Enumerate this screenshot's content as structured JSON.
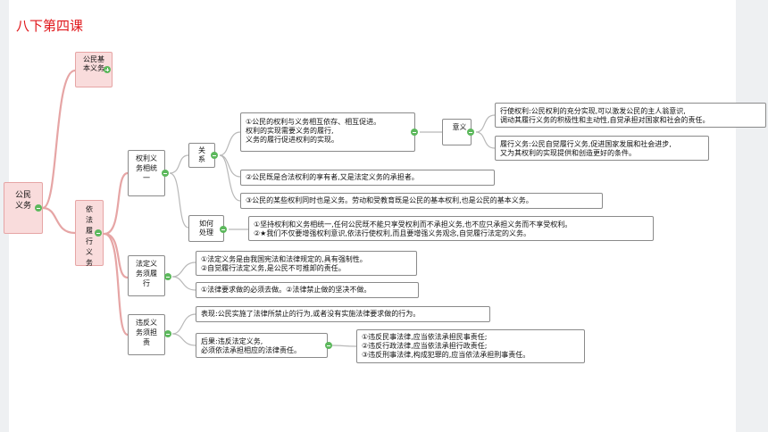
{
  "title": "八下第四课",
  "root": {
    "label": "公民义务"
  },
  "gongmin_jiben": {
    "label": "公民基本义务"
  },
  "yifa": {
    "label": "依法履行义务"
  },
  "quanli": {
    "label": "权利义务相统一"
  },
  "guanxi": {
    "label": "关系"
  },
  "guanxi_1": {
    "lines": [
      "①公民的权利与义务相互依存、相互促进。",
      "权利的实现需要义务的履行,",
      "义务的履行促进权利的实现。"
    ]
  },
  "yiyi": {
    "label": "意义"
  },
  "yiyi_1": {
    "lines": [
      "行使权利:公民权利的充分实现,可以激发公民的主人翁意识,",
      "调动其履行义务的积极性和主动性,自觉承担对国家和社会的责任。"
    ]
  },
  "yiyi_2": {
    "lines": [
      "履行义务:公民自觉履行义务,促进国家发展和社会进步,",
      "又为其权利的实现提供和创造更好的条件。"
    ]
  },
  "guanxi_2": {
    "text": "②公民既是合法权利的享有者,又是法定义务的承担者。"
  },
  "guanxi_3": {
    "text": "③公民的某些权利同时也是义务。劳动和受教育既是公民的基本权利,也是公民的基本义务。"
  },
  "ruhe": {
    "label": "如何处理"
  },
  "ruhe_1": {
    "lines": [
      "①坚持权利和义务相统一,任何公民既不能只享受权利而不承担义务,也不应只承担义务而不享受权利。",
      "②★我们不仅要增强权利意识,依法行使权利,而且要增强义务观念,自觉履行法定的义务。"
    ]
  },
  "fading": {
    "label": "法定义务须履行"
  },
  "fading_1": {
    "lines": [
      "①法定义务是由我国宪法和法律规定的,具有强制性。",
      "②自觉履行法定义务,是公民不可推卸的责任。"
    ]
  },
  "fading_2": {
    "text": "①法律要求做的必须去做。②法律禁止做的坚决不做。"
  },
  "weifan": {
    "label": "违反义务须担责"
  },
  "biaoxian": {
    "text": "表现:公民实施了法律所禁止的行为,或者没有实施法律要求做的行为。"
  },
  "houguo": {
    "lines": [
      "后果:违反法定义务,",
      "必须依法承担相应的法律责任。"
    ]
  },
  "houguo_1": {
    "lines": [
      "①违反民事法律,应当依法承担民事责任;",
      "②违反行政法律,应当依法承担行政责任;",
      "③违反刑事法律,构成犯罪的,应当依法承担刑事责任。"
    ]
  }
}
